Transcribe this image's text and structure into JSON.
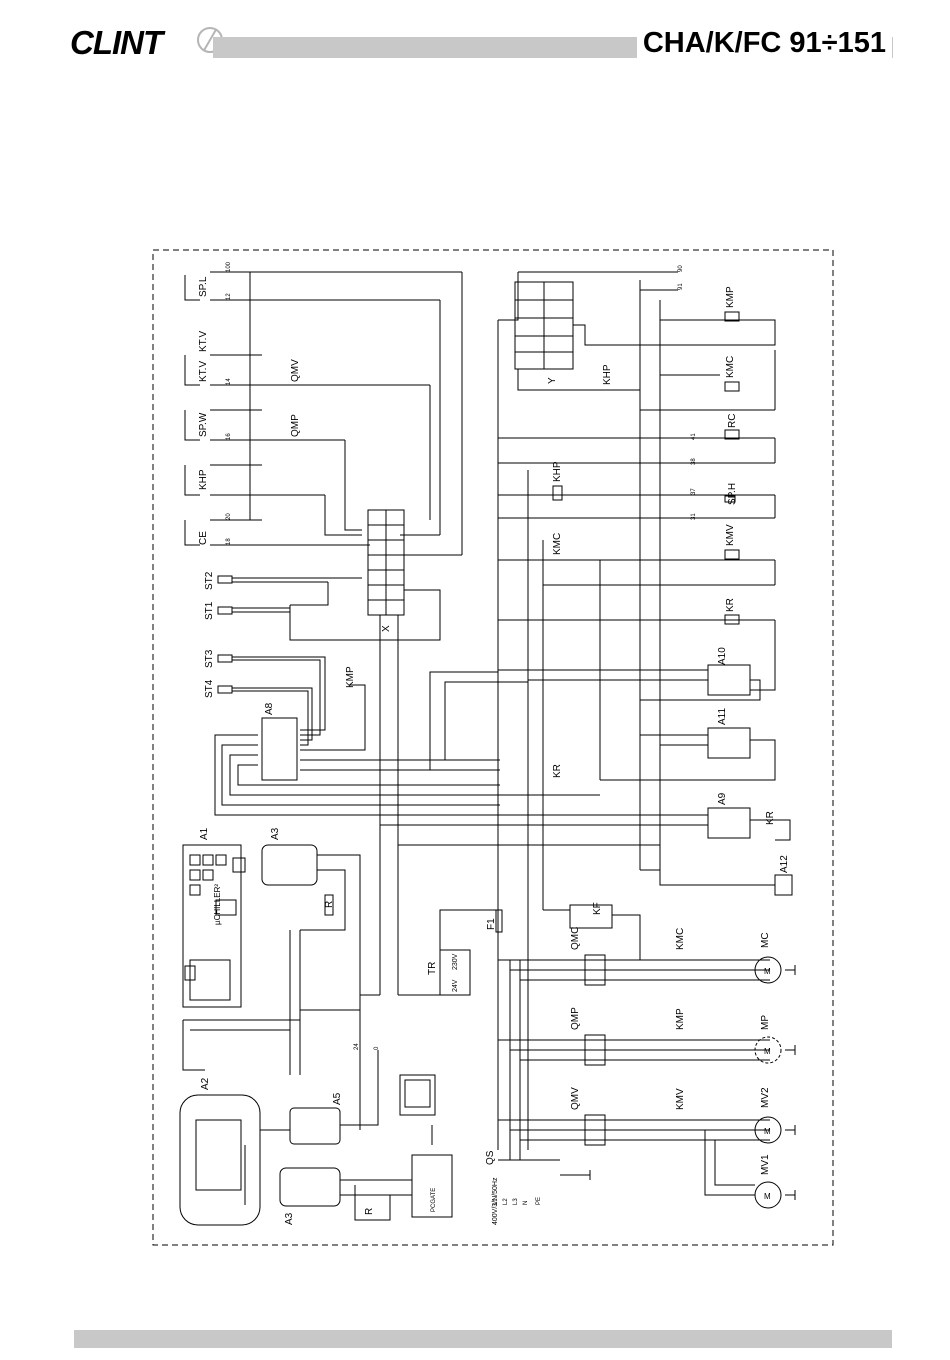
{
  "header": {
    "logo_text": "CLINT",
    "model": "CHA/K/FC  91÷151"
  },
  "colors": {
    "line": "#000000",
    "bar": "#c8c8c8"
  },
  "labels": {
    "SPL": "SP.L",
    "KTV1": "KT.V",
    "KTV2": "KT.V",
    "SPW": "SP.W",
    "KHP_L": "KHP",
    "CE": "CE",
    "ST2": "ST2",
    "ST1": "ST1",
    "ST3": "ST3",
    "ST4": "ST4",
    "QMV": "QMV",
    "QMP": "QMP",
    "KMP_A8": "KMP",
    "A8": "A8",
    "A1": "A1",
    "A3_top": "A3",
    "A2": "A2",
    "A5": "A5",
    "A3_bot": "A3",
    "R1": "R",
    "R2": "R",
    "pchiller": "µCHILLER²",
    "X": "X",
    "Y": "Y",
    "TR": "TR",
    "v230": "230V",
    "v24": "24V",
    "F1": "F1",
    "QS": "QS",
    "supply": "400V/3/N/50Hz",
    "KMP_coil": "KMP",
    "KMC_coil": "KMC",
    "RC": "RC",
    "SPH": "SP.H",
    "KMV_coil": "KMV",
    "KR_coil": "KR",
    "KHP_top": "KHP",
    "KHP_coil": "KHP",
    "KMC_nc": "KMC",
    "KR_nc": "KR",
    "KR_a9": "KR",
    "A10": "A10",
    "A11": "A11",
    "A9": "A9",
    "A12": "A12",
    "KF": "KF",
    "QMC": "QMC",
    "KMC_c": "KMC",
    "MC": "MC",
    "QMP2": "QMP",
    "KMP_c": "KMP",
    "MP": "MP",
    "QMV2": "QMV",
    "KMV_c": "KMV",
    "MV2": "MV2",
    "MV1": "MV1",
    "pcgate": "PCGATE",
    "L1": "L1",
    "L2": "L2",
    "L3": "L3",
    "N": "N",
    "PE": "PE",
    "wire100": "100",
    "wire12": "12",
    "wire14": "14",
    "wire16": "16",
    "wire20": "20",
    "wire18": "18",
    "wire90": "90",
    "wire91": "91",
    "wire41": "41",
    "wire38": "38",
    "wire37": "37",
    "wire31": "31",
    "w24": "24",
    "w0": "0",
    "motor_m": "M",
    "phase": "3~"
  }
}
